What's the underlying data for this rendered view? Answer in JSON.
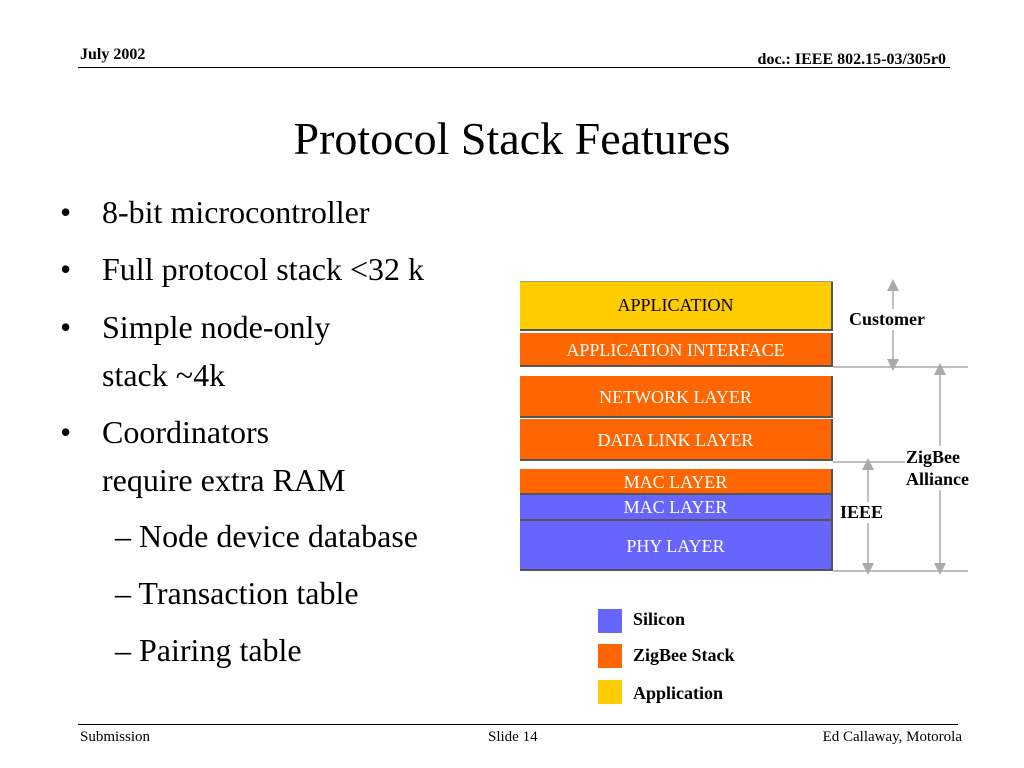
{
  "header": {
    "date": "July 2002",
    "doc": "doc.: IEEE 802.15-03/305r0"
  },
  "title": "Protocol Stack Features",
  "bullets": [
    {
      "lines": [
        "8-bit microcontroller"
      ]
    },
    {
      "lines": [
        "Full protocol stack <32 k"
      ]
    },
    {
      "lines": [
        "Simple node-only",
        "stack ~4k"
      ]
    },
    {
      "lines": [
        "Coordinators",
        "require extra RAM"
      ]
    }
  ],
  "sub_bullets": [
    "– Node device database",
    "– Transaction table",
    "– Pairing table"
  ],
  "bullet_char": "•",
  "stack_layers": [
    {
      "label": "APPLICATION",
      "category": "Application"
    },
    {
      "label": "APPLICATION INTERFACE",
      "category": "ZigBee Stack"
    },
    {
      "label": "NETWORK LAYER",
      "category": "ZigBee Stack"
    },
    {
      "label": "DATA LINK LAYER",
      "category": "ZigBee Stack"
    },
    {
      "label": "MAC LAYER",
      "category": "ZigBee Stack"
    },
    {
      "label": "MAC LAYER",
      "category": "Silicon"
    },
    {
      "label": "PHY LAYER",
      "category": "Silicon"
    }
  ],
  "brackets": {
    "customer": "Customer",
    "zigbee_line1": "ZigBee",
    "zigbee_line2": "Alliance",
    "ieee": "IEEE"
  },
  "legend": [
    {
      "label": "Silicon",
      "color": "#6666ff"
    },
    {
      "label": "ZigBee Stack",
      "color": "#ff6600"
    },
    {
      "label": "Application",
      "color": "#ffcc00"
    }
  ],
  "colors": {
    "application": "#ffcc00",
    "zigbee_stack": "#ff6600",
    "silicon": "#6666ff"
  },
  "footer": {
    "left": "Submission",
    "center": "Slide 14",
    "right": "Ed Callaway, Motorola"
  }
}
